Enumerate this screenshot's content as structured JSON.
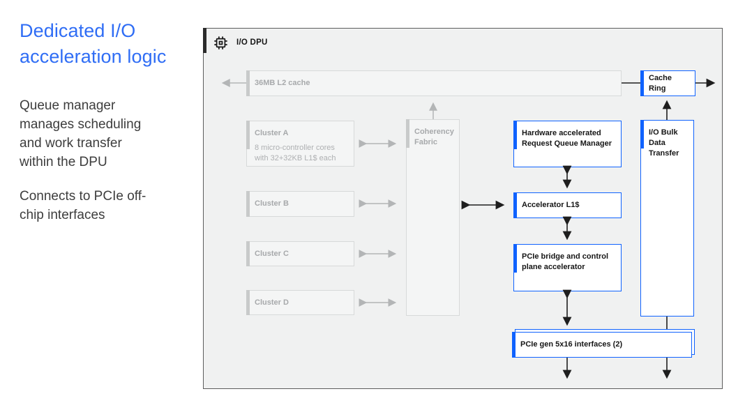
{
  "sidebar": {
    "title": "Dedicated I/O acceleration logic",
    "para1": "Queue manager manages scheduling and work transfer within the DPU",
    "para2": "Connects to PCIe off-chip interfaces"
  },
  "diagram": {
    "header": "I/O DPU",
    "blocks": {
      "l2cache": {
        "label": "36MB L2 cache"
      },
      "cluster_a": {
        "label": "Cluster A",
        "sublabel": "8 micro-controller cores with 32+32KB L1$ each"
      },
      "cluster_b": {
        "label": "Cluster B"
      },
      "cluster_c": {
        "label": "Cluster C"
      },
      "cluster_d": {
        "label": "Cluster D"
      },
      "coherency_fabric": {
        "label": "Coherency Fabric"
      },
      "cache_ring": {
        "label": "Cache Ring"
      },
      "request_queue_manager": {
        "label": "Hardware accelerated Request Queue Manager"
      },
      "accelerator_l1": {
        "label": "Accelerator L1$"
      },
      "pcie_bridge": {
        "label": "PCIe bridge and control plane accelerator"
      },
      "io_bulk": {
        "label": "I/O Bulk Data Transfer"
      },
      "pcie_interfaces": {
        "label": "PCIe gen 5x16 interfaces (2)"
      }
    },
    "colors": {
      "accent_blue": "#0f62fe",
      "title_blue": "#2f6df5",
      "inactive_grey": "#a7a9ab",
      "text_black": "#161616"
    }
  }
}
